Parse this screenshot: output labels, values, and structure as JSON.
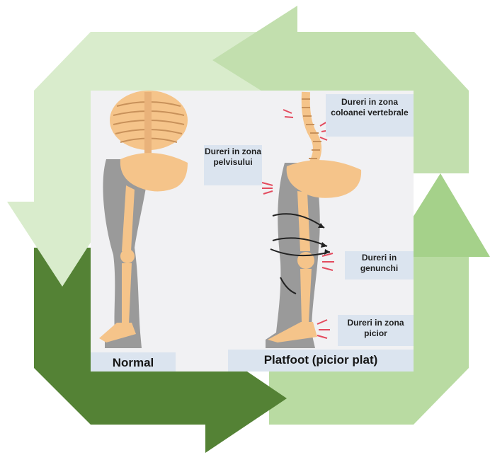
{
  "figure": {
    "labels": {
      "spine_pain": "Dureri in zona coloanei vertebrale",
      "pelvis_pain": "Dureri in zona pelvisului",
      "knee_pain": "Dureri in genunchi",
      "foot_pain": "Dureri in zona picior"
    },
    "captions": {
      "normal": "Normal",
      "platfoot": "Platfoot (picior plat)"
    }
  },
  "colors": {
    "arrow_light": "#d9eccc",
    "arrow_mid": "#b9dba2",
    "arrow_mid2": "#a5d18a",
    "arrow_dark": "#548235",
    "bone": "#f5c48a",
    "leg_silhouette": "#9a9a9a",
    "pain_mark": "#e34b5e",
    "label_bg": "#dbe4ef"
  }
}
